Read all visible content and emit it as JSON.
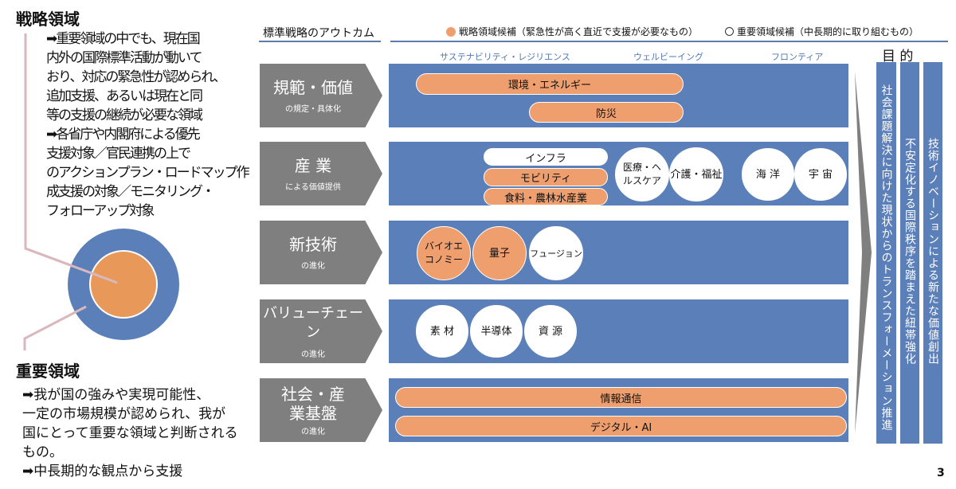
{
  "left": {
    "strategic": {
      "title": "戦略領域",
      "lines": [
        "➡重要領域の中でも、現在国",
        "内外の国際標準活動が動いて",
        "おり、対応の緊急性が認められ、",
        "追加支援、あるいは現在と同",
        "等の支援の継続が必要な領域",
        "➡各省庁や内閣府による優先",
        "支援対象／官民連携の上で",
        "のアクションプラン・ロードマップ作",
        "成支援の対象／モニタリング・",
        "フォローアップ対象"
      ]
    },
    "important": {
      "title": "重要領域",
      "lines": [
        "➡我が国の強みや実現可能性、",
        "一定の市場規模が認められ、我が",
        "国にとって重要な領域と判断される",
        "もの。",
        "➡中長期的な観点から支援"
      ]
    }
  },
  "header": {
    "title": "標準戦略のアウトカム",
    "legend_strategic": "戦略領域候補（緊急性が高く直近で支援が必要なもの）",
    "legend_important": "重要領域候補（中長期的に取り組むもの）",
    "columns": [
      "サステナビリティ・レジリエンス",
      "ウェルビーイング",
      "フロンティア"
    ],
    "purpose": "目 的"
  },
  "rows": [
    {
      "big": "規範・価値",
      "small": "の規定・具体化"
    },
    {
      "big": "産 業",
      "small": "による価値提供"
    },
    {
      "big": "新技術",
      "small": "の進化"
    },
    {
      "big": "バリューチェーン",
      "small": "の進化"
    },
    {
      "big": "社会・産業基盤",
      "small": "の進化"
    }
  ],
  "items": {
    "env": "環境・エネルギー",
    "disaster": "防災",
    "infra": "インフラ",
    "mobility": "モビリティ",
    "food": "食料・農林水産業",
    "medical": "医療・ヘルスケア",
    "care": "介護・福祉",
    "ocean": "海 洋",
    "space": "宇 宙",
    "bio": "バイオエコノミー",
    "quantum": "量子",
    "fusion": "フュージョン",
    "material": "素 材",
    "semi": "半導体",
    "resource": "資 源",
    "ict": "情報通信",
    "digital": "デジタル・AI"
  },
  "purposes": [
    "社会課題解決に向けた現状からのトランスフォーメーション推進",
    "不安定化する国際秩序を踏まえた紐帯強化",
    "技術イノベーションによる新たな価値創出"
  ],
  "page_number": "3",
  "colors": {
    "blue": "#5b7fb9",
    "orange": "#ef9e6e",
    "gray": "#7f7f7f"
  }
}
